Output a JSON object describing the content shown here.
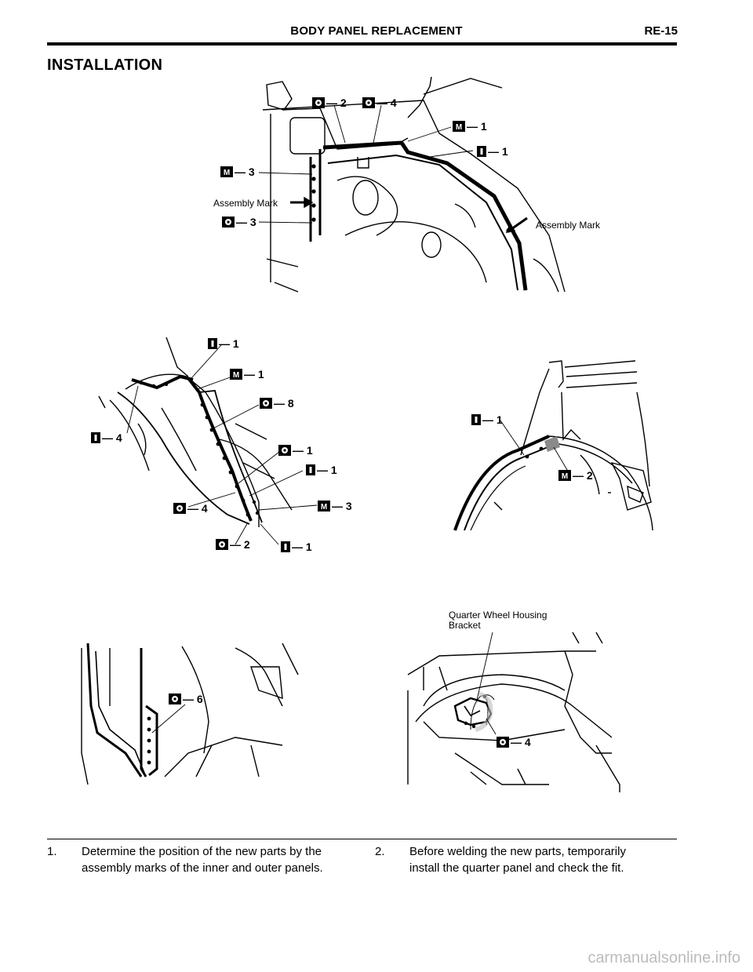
{
  "header": {
    "title": "BODY PANEL REPLACEMENT",
    "code": "RE-15"
  },
  "section_title": "INSTALLATION",
  "figures": {
    "fig1": {
      "assembly_mark_left": "Assembly Mark",
      "assembly_mark_right": "Assembly Mark",
      "labels": [
        "— 2",
        "— 4",
        "— 1",
        "— 1",
        "— 3",
        "— 3"
      ]
    },
    "fig2": {
      "labels": [
        "— 1",
        "— 1",
        "— 8",
        "— 4",
        "— 1",
        "— 1",
        "— 4",
        "— 3",
        "— 2",
        "— 1"
      ]
    },
    "fig3": {
      "labels": [
        "— 1",
        "— 2"
      ]
    },
    "fig4": {
      "labels": [
        "— 6"
      ]
    },
    "fig5": {
      "bracket_label_line1": "Quarter Wheel Housing",
      "bracket_label_line2": "Bracket",
      "labels": [
        "— 4"
      ]
    }
  },
  "steps": [
    {
      "number": "1.",
      "line1": "Determine the position of the new parts by the",
      "line2": "assembly marks of the inner and outer panels."
    },
    {
      "number": "2.",
      "line1": "Before welding the new parts, temporarily",
      "line2": "install the quarter panel and check the fit."
    }
  ],
  "watermark": "carmanualsonline.info",
  "icons": {
    "spot_weld": "circle-dot-symbol",
    "mig_weld": "m-box-symbol",
    "insert": "i-box-symbol"
  }
}
